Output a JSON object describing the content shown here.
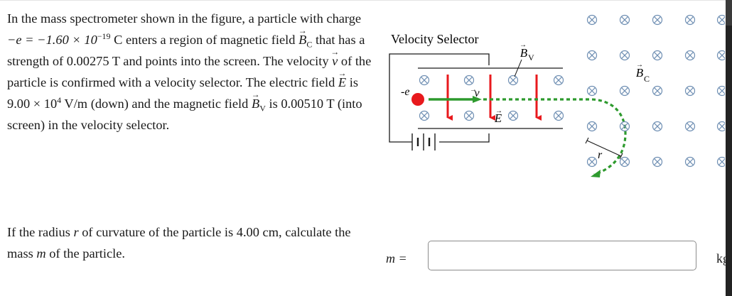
{
  "problem": {
    "intro_a": "In the mass spectrometer shown in the figure, a particle with charge ",
    "charge_expr": "−e = −1.60 × 10",
    "charge_exp": "−19",
    "intro_b": " C enters a region of magnetic field ",
    "bc_symbol": "B",
    "bc_sub": "C",
    "intro_c": " that has a strength of 0.00275 T and points into the screen. The velocity ",
    "v_symbol": "v",
    "intro_d": " of the particle is confirmed with a velocity selector. The electric field ",
    "e_symbol": "E",
    "intro_e": " is 9.00 × 10",
    "e_exp": "4",
    "intro_f": " V/m (down) and the magnetic field ",
    "bv_symbol": "B",
    "bv_sub": "V",
    "intro_g": " is 0.00510 T (into screen) in the velocity selector.",
    "q_a": "If the radius ",
    "q_r": "r",
    "q_b": " of curvature of the particle is 4.00 cm, calculate the mass ",
    "q_m": "m",
    "q_c": " of the particle."
  },
  "diagram": {
    "title": "Velocity Selector",
    "charge_label": "-e",
    "v_label": "v",
    "e_label": "E",
    "bv_label": "B",
    "bv_sub": "V",
    "bc_label": "B",
    "bc_sub": "C",
    "r_label": "r",
    "colors": {
      "particle": "#e8191d",
      "field_arrow": "#e8191d",
      "path": "#2e9a2e",
      "bfield_symbol": "#6f8fb3",
      "line": "#1a1a1a"
    }
  },
  "answer": {
    "label": "m =",
    "value": "",
    "unit": "kg"
  }
}
